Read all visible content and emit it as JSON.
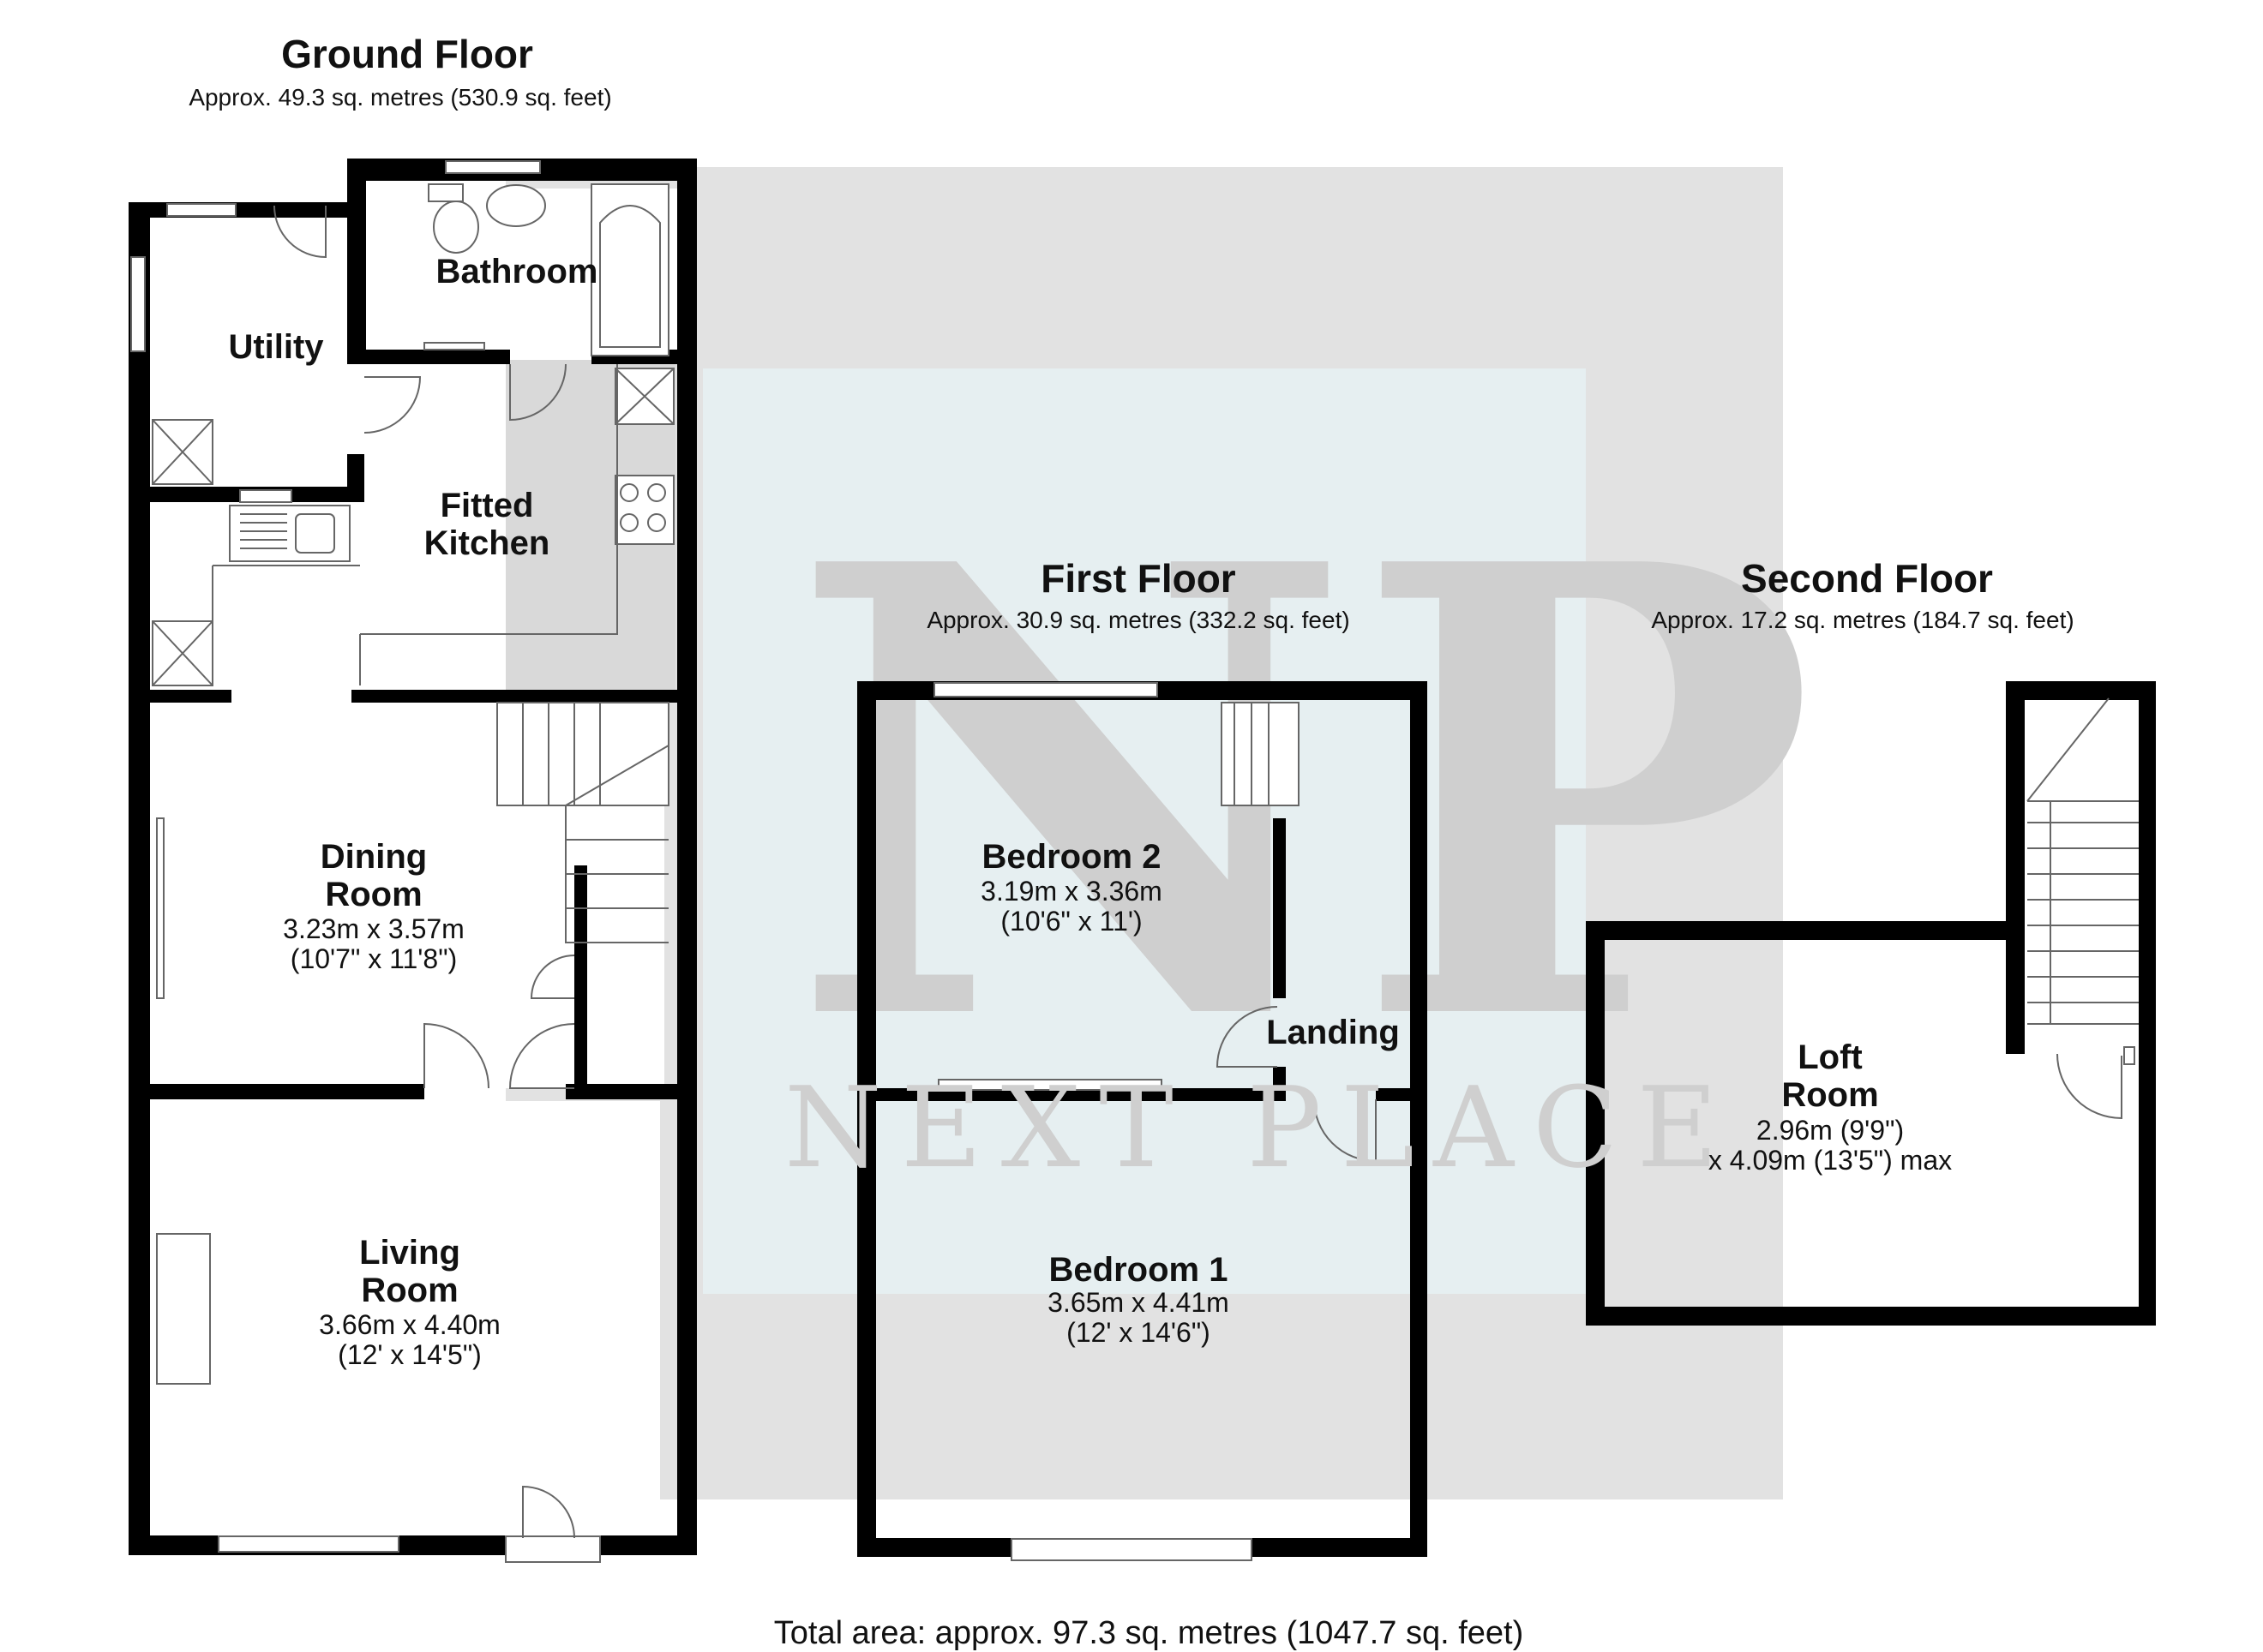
{
  "watermark": {
    "logo": "NP",
    "name": "NEXT PLACE"
  },
  "floors": {
    "ground": {
      "title": "Ground Floor",
      "area": "Approx. 49.3 sq. metres (530.9 sq. feet)",
      "rooms": {
        "bathroom": {
          "name": "Bathroom"
        },
        "utility": {
          "name": "Utility"
        },
        "kitchen": {
          "name1": "Fitted",
          "name2": "Kitchen"
        },
        "dining": {
          "name1": "Dining",
          "name2": "Room",
          "metric": "3.23m x 3.57m",
          "imperial": "(10'7\" x 11'8\")"
        },
        "living": {
          "name1": "Living",
          "name2": "Room",
          "metric": "3.66m x 4.40m",
          "imperial": "(12' x 14'5\")"
        }
      }
    },
    "first": {
      "title": "First Floor",
      "area": "Approx. 30.9 sq. metres (332.2 sq. feet)",
      "rooms": {
        "bedroom2": {
          "name": "Bedroom 2",
          "metric": "3.19m x 3.36m",
          "imperial": "(10'6\" x 11')"
        },
        "landing": {
          "name": "Landing"
        },
        "bedroom1": {
          "name": "Bedroom 1",
          "metric": "3.65m x 4.41m",
          "imperial": "(12' x 14'6\")"
        }
      }
    },
    "second": {
      "title": "Second Floor",
      "area": "Approx. 17.2 sq. metres (184.7 sq. feet)",
      "rooms": {
        "loft": {
          "name1": "Loft",
          "name2": "Room",
          "dim1": "2.96m (9'9\")",
          "dim2": "x 4.09m (13'5\") max"
        }
      }
    }
  },
  "total_area": "Total area: approx. 97.3 sq. metres (1047.7 sq. feet)"
}
